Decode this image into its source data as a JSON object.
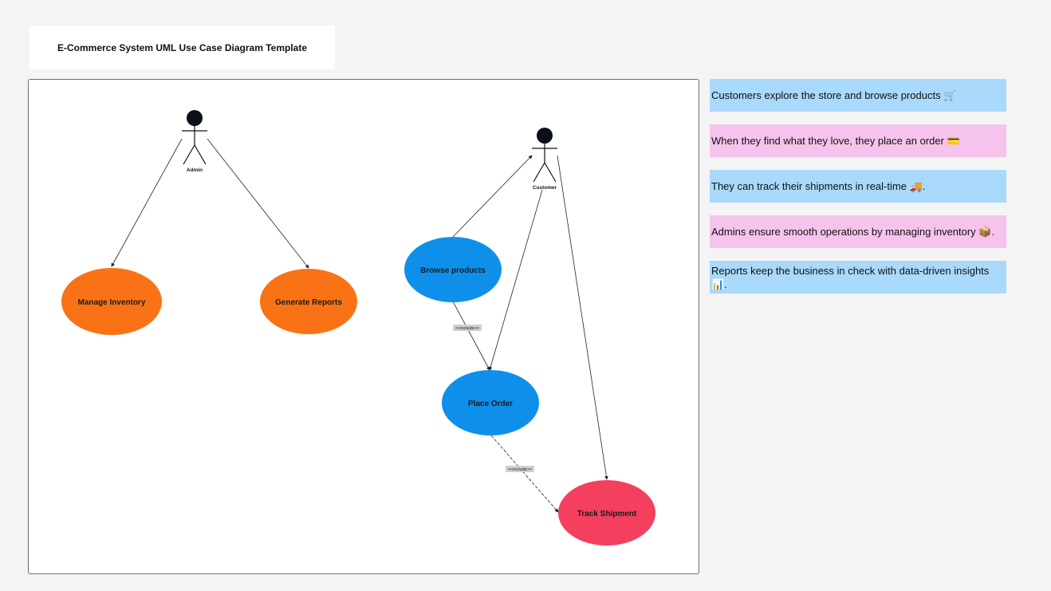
{
  "title": "E-Commerce System UML Use Case Diagram Template",
  "actors": {
    "admin": "Admin",
    "customer": "Customer"
  },
  "use_cases": {
    "manage_inventory": "Manage Inventory",
    "generate_reports": "Generate Reports",
    "browse_products": "Browse products",
    "place_order": "Place Order",
    "track_shipment": "Track Shipment"
  },
  "relationships": {
    "include_1": "<<include>>",
    "include_2": "<<include>>"
  },
  "colors": {
    "orange": "#f97316",
    "blue": "#0e90ea",
    "red": "#f43f5e",
    "note_blue": "#a9d9fb",
    "note_pink": "#f6c3ec"
  },
  "notes": [
    {
      "text": "Customers explore the store and browse products 🛒",
      "color": "blue"
    },
    {
      "text": "When they find what they love, they place an order 💳",
      "color": "pink"
    },
    {
      "text": "They can track their shipments in real-time 🚚.",
      "color": "blue"
    },
    {
      "text": "Admins ensure smooth operations by managing inventory 📦.",
      "color": "pink"
    },
    {
      "text": "Reports keep the business in check with data-driven insights 📊.",
      "color": "blue"
    }
  ]
}
